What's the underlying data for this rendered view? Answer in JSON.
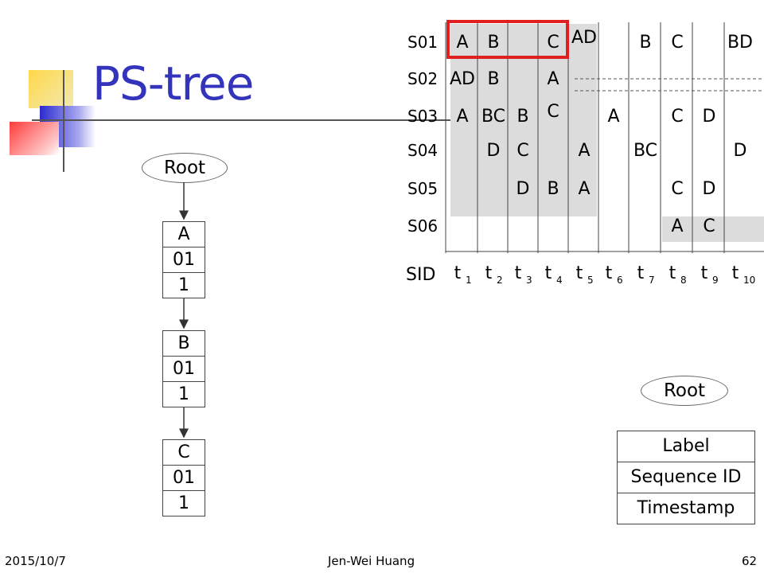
{
  "slide": {
    "title": "PS-tree",
    "footer_date": "2015/10/7",
    "footer_author": "Jen-Wei Huang",
    "page_number_1": "62",
    "page_number_2": "62"
  },
  "tree": {
    "root_label": "Root",
    "nodes": [
      {
        "label": "A",
        "sequence_id": "01",
        "timestamp": "1"
      },
      {
        "label": "B",
        "sequence_id": "01",
        "timestamp": "1"
      },
      {
        "label": "C",
        "sequence_id": "01",
        "timestamp": "1"
      }
    ]
  },
  "legend": {
    "root_label": "Root",
    "label": "Label",
    "sequence_id": "Sequence ID",
    "timestamp": "Timestamp"
  },
  "table": {
    "sid_header": "SID",
    "sequences": [
      "S01",
      "S02",
      "S03",
      "S04",
      "S05",
      "S06"
    ],
    "time_header": "t",
    "time_subscripts": [
      "1",
      "2",
      "3",
      "4",
      "5",
      "6",
      "7",
      "8",
      "9",
      "10"
    ],
    "cells": [
      {
        "row": 0,
        "col": 0,
        "text": "A"
      },
      {
        "row": 0,
        "col": 1,
        "text": "B"
      },
      {
        "row": 0,
        "col": 3,
        "text": "C"
      },
      {
        "row": 0,
        "col": 4,
        "text": "AD"
      },
      {
        "row": 0,
        "col": 6,
        "text": "B"
      },
      {
        "row": 0,
        "col": 7,
        "text": "C"
      },
      {
        "row": 0,
        "col": 9,
        "text": "BD"
      },
      {
        "row": 1,
        "col": 0,
        "text": "AD"
      },
      {
        "row": 1,
        "col": 1,
        "text": "B"
      },
      {
        "row": 1,
        "col": 3,
        "text": "A"
      },
      {
        "row": 2,
        "col": 0,
        "text": "A"
      },
      {
        "row": 2,
        "col": 1,
        "text": "BC"
      },
      {
        "row": 2,
        "col": 2,
        "text": "B"
      },
      {
        "row": 2,
        "col": 3,
        "text": "C"
      },
      {
        "row": 2,
        "col": 5,
        "text": "A"
      },
      {
        "row": 2,
        "col": 7,
        "text": "C"
      },
      {
        "row": 2,
        "col": 8,
        "text": "D"
      },
      {
        "row": 3,
        "col": 1,
        "text": "D"
      },
      {
        "row": 3,
        "col": 2,
        "text": "C"
      },
      {
        "row": 3,
        "col": 4,
        "text": "A"
      },
      {
        "row": 3,
        "col": 6,
        "text": "BC"
      },
      {
        "row": 3,
        "col": 9,
        "text": "D"
      },
      {
        "row": 4,
        "col": 2,
        "text": "D"
      },
      {
        "row": 4,
        "col": 3,
        "text": "B"
      },
      {
        "row": 4,
        "col": 4,
        "text": "A"
      },
      {
        "row": 4,
        "col": 7,
        "text": "C"
      },
      {
        "row": 4,
        "col": 8,
        "text": "D"
      },
      {
        "row": 5,
        "col": 7,
        "text": "A"
      },
      {
        "row": 5,
        "col": 8,
        "text": "C"
      }
    ]
  },
  "colors": {
    "title": "#3333bb",
    "highlight_box": "#e02020",
    "shade": "#dcdcdc"
  }
}
